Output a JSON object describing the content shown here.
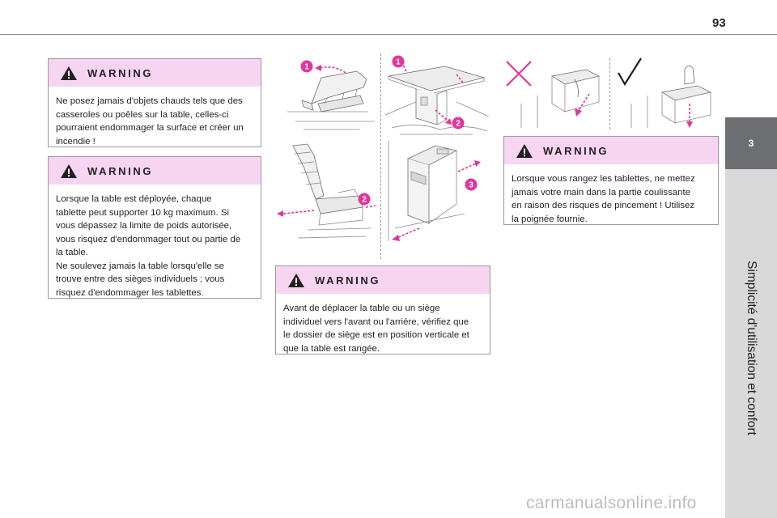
{
  "page": {
    "number": "93"
  },
  "side_tab": {
    "chapter": "3",
    "title": "Simplicité d'utilisation et confort"
  },
  "warnings": [
    {
      "title": "WARNING",
      "lines": [
        "Ne posez jamais d'objets chauds tels que des",
        "casseroles ou poêles sur la table, celles-ci",
        "pourraient endommager la surface et créer un",
        "incendie !"
      ]
    },
    {
      "title": "WARNING",
      "lines": [
        "Lorsque la table est déployée, chaque",
        "tablette peut supporter 10 kg maximum. Si",
        "vous dépassez la limite de poids autorisée,",
        "vous risquez d'endommager tout ou partie de",
        "la table.",
        "Ne soulevez jamais la table lorsqu'elle se",
        "trouve entre des sièges individuels ; vous",
        "risquez d'endommager les tablettes."
      ]
    },
    {
      "title": "WARNING",
      "lines": [
        "Avant de déplacer la table ou un siège",
        "individuel vers l'avant ou l'arrière, vérifiez que",
        "le dossier de siège est en position verticale et",
        "que la table est rangée."
      ]
    },
    {
      "title": "WARNING",
      "lines": [
        "Lorsque vous rangez les tablettes, ne mettez",
        "jamais votre main dans la partie coulissante",
        "en raison des risques de pincement ! Utilisez",
        "la poignée fournie."
      ]
    }
  ],
  "illustrations": {
    "step_badges": [
      "1",
      "1",
      "2",
      "2",
      "3"
    ],
    "marks": {
      "wrong": "cross-mark",
      "right": "check-mark"
    }
  },
  "colors": {
    "accent": "#e0369c",
    "warning_header": "#f7d5f1",
    "side_tab": "#6d6e71",
    "side_panel": "#d9d9d9"
  },
  "watermark": "carmanualsonline.info"
}
